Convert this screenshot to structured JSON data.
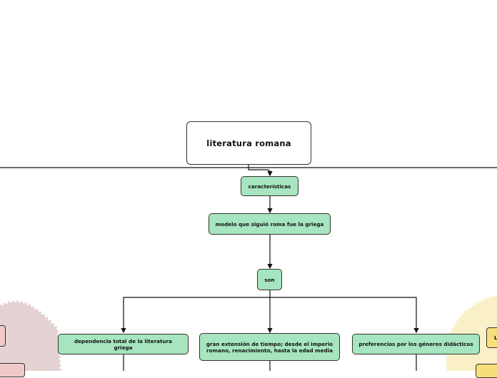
{
  "diagram": {
    "root": "literatura romana",
    "level1": "características",
    "level2": "modelo que siguió roma fue la griega",
    "level3": "son",
    "items": [
      "dependencia total de la literatura griega",
      "gran extensión de tiempo; desde el imperio romano, renacimiento, hasta la edad media",
      "preferencias por los géneros didácticos"
    ],
    "right_partial_label": "L"
  },
  "colors": {
    "node_green": "#a6e5bf",
    "blob_pink": "#e5d3d3",
    "blob_yellow": "#faf0c8",
    "box_pink": "#f2c9c9",
    "box_yellow": "#f7de7a"
  }
}
